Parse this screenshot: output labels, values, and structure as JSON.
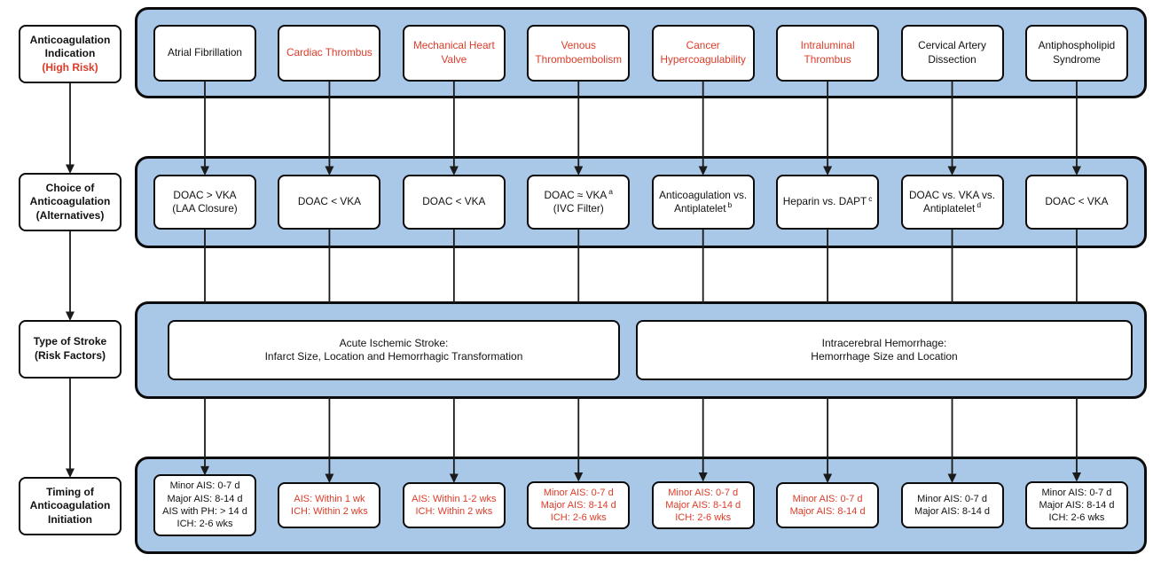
{
  "colors": {
    "band_blue": "#a9c7e7",
    "red": "#dd3b28",
    "black": "#111111",
    "line": "#1a1a1a"
  },
  "left_labels": [
    {
      "name": "label-anticoagulation-indication",
      "lines": [
        {
          "t": "Anticoagulation"
        },
        {
          "t": "Indication"
        },
        {
          "t": "(High Risk)",
          "red": true
        }
      ]
    },
    {
      "name": "label-choice-of-anticoagulation",
      "lines": [
        {
          "t": "Choice of"
        },
        {
          "t": "Anticoagulation"
        },
        {
          "t": "(Alternatives)"
        }
      ]
    },
    {
      "name": "label-type-of-stroke",
      "lines": [
        {
          "t": "Type of Stroke"
        },
        {
          "t": "(Risk Factors)"
        }
      ]
    },
    {
      "name": "label-timing-of-anticoagulation",
      "lines": [
        {
          "t": "Timing of"
        },
        {
          "t": "Anticoagulation"
        },
        {
          "t": "Initiation"
        }
      ]
    }
  ],
  "row1": [
    {
      "label": "Atrial Fibrillation",
      "red": false
    },
    {
      "label": "Cardiac Thrombus",
      "red": true
    },
    {
      "label": "Mechanical Heart Valve",
      "red": true
    },
    {
      "label": "Venous Thromboembolism",
      "red": true
    },
    {
      "label": "Cancer Hypercoagulability",
      "red": true
    },
    {
      "label": "Intraluminal Thrombus",
      "red": true
    },
    {
      "label": "Cervical Artery Dissection",
      "red": false
    },
    {
      "label": "Antiphospholipid Syndrome",
      "red": false
    }
  ],
  "row2": [
    {
      "lines": [
        {
          "t": "DOAC > VKA"
        },
        {
          "t": "(LAA Closure)"
        }
      ]
    },
    {
      "lines": [
        {
          "t": "DOAC < VKA"
        }
      ]
    },
    {
      "lines": [
        {
          "t": "DOAC < VKA"
        }
      ]
    },
    {
      "lines": [
        {
          "t": "DOAC ≈ VKA",
          "sup": "a"
        },
        {
          "t": "(IVC Filter)"
        }
      ]
    },
    {
      "lines": [
        {
          "t": "Anticoagulation vs."
        },
        {
          "t": "Antiplatelet",
          "sup": "b"
        }
      ]
    },
    {
      "lines": [
        {
          "t": "Heparin vs. DAPT",
          "sup": "c"
        }
      ]
    },
    {
      "lines": [
        {
          "t": "DOAC vs. VKA vs."
        },
        {
          "t": "Antiplatelet",
          "sup": "d"
        }
      ]
    },
    {
      "lines": [
        {
          "t": "DOAC < VKA"
        }
      ]
    }
  ],
  "row3": {
    "ais": {
      "line1": "Acute Ischemic Stroke:",
      "line2": "Infarct Size, Location and Hemorrhagic Transformation"
    },
    "ich": {
      "line1": "Intracerebral Hemorrhage:",
      "line2": "Hemorrhage Size and Location"
    }
  },
  "row4": [
    {
      "red": false,
      "lines": [
        "Minor AIS: 0-7 d",
        "Major AIS: 8-14 d",
        "AIS with PH: > 14 d",
        "ICH: 2-6 wks"
      ]
    },
    {
      "red": true,
      "lines": [
        "AIS: Within 1 wk",
        "ICH: Within 2 wks"
      ]
    },
    {
      "red": true,
      "lines": [
        "AIS: Within 1-2 wks",
        "ICH: Within 2 wks"
      ]
    },
    {
      "red": true,
      "lines": [
        "Minor AIS: 0-7 d",
        "Major AIS: 8-14 d",
        "ICH: 2-6 wks"
      ]
    },
    {
      "red": true,
      "lines": [
        "Minor AIS: 0-7 d",
        "Major AIS: 8-14 d",
        "ICH: 2-6 wks"
      ]
    },
    {
      "red": true,
      "lines": [
        "Minor AIS: 0-7 d",
        "Major AIS: 8-14 d"
      ]
    },
    {
      "red": false,
      "lines": [
        "Minor AIS: 0-7 d",
        "Major AIS: 8-14 d"
      ]
    },
    {
      "red": false,
      "lines": [
        "Minor AIS: 0-7 d",
        "Major AIS: 8-14 d",
        "ICH: 2-6 wks"
      ]
    }
  ]
}
